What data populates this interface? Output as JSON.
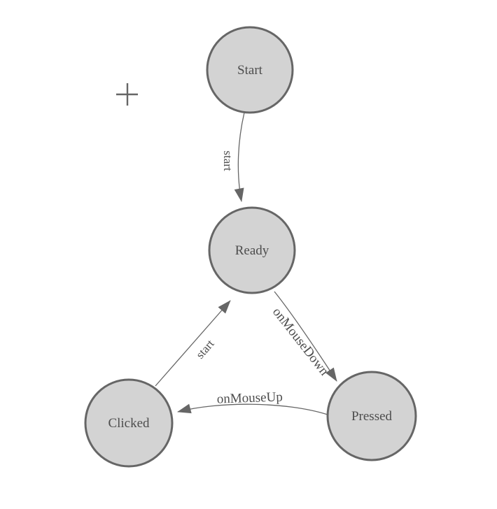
{
  "canvas": {
    "background": "#ffffff"
  },
  "cursor": {
    "icon": "crosshair-plus-icon"
  },
  "diagram": {
    "type": "finite-state-machine",
    "nodes": [
      {
        "id": "start",
        "label": "Start"
      },
      {
        "id": "ready",
        "label": "Ready"
      },
      {
        "id": "clicked",
        "label": "Clicked"
      },
      {
        "id": "pressed",
        "label": "Pressed"
      }
    ],
    "edges": [
      {
        "from": "Start",
        "to": "Ready",
        "label": "start"
      },
      {
        "from": "Ready",
        "to": "Pressed",
        "label": "onMouseDown"
      },
      {
        "from": "Pressed",
        "to": "Clicked",
        "label": "onMouseUp"
      },
      {
        "from": "Clicked",
        "to": "Ready",
        "label": "start"
      }
    ]
  },
  "colors": {
    "canvas_bg": "#ffffff",
    "node_fill": "#d3d3d3",
    "node_stroke": "#666666",
    "edge_stroke": "#666666",
    "label_text": "#4d4d4d",
    "cursor_stroke": "#666666"
  }
}
